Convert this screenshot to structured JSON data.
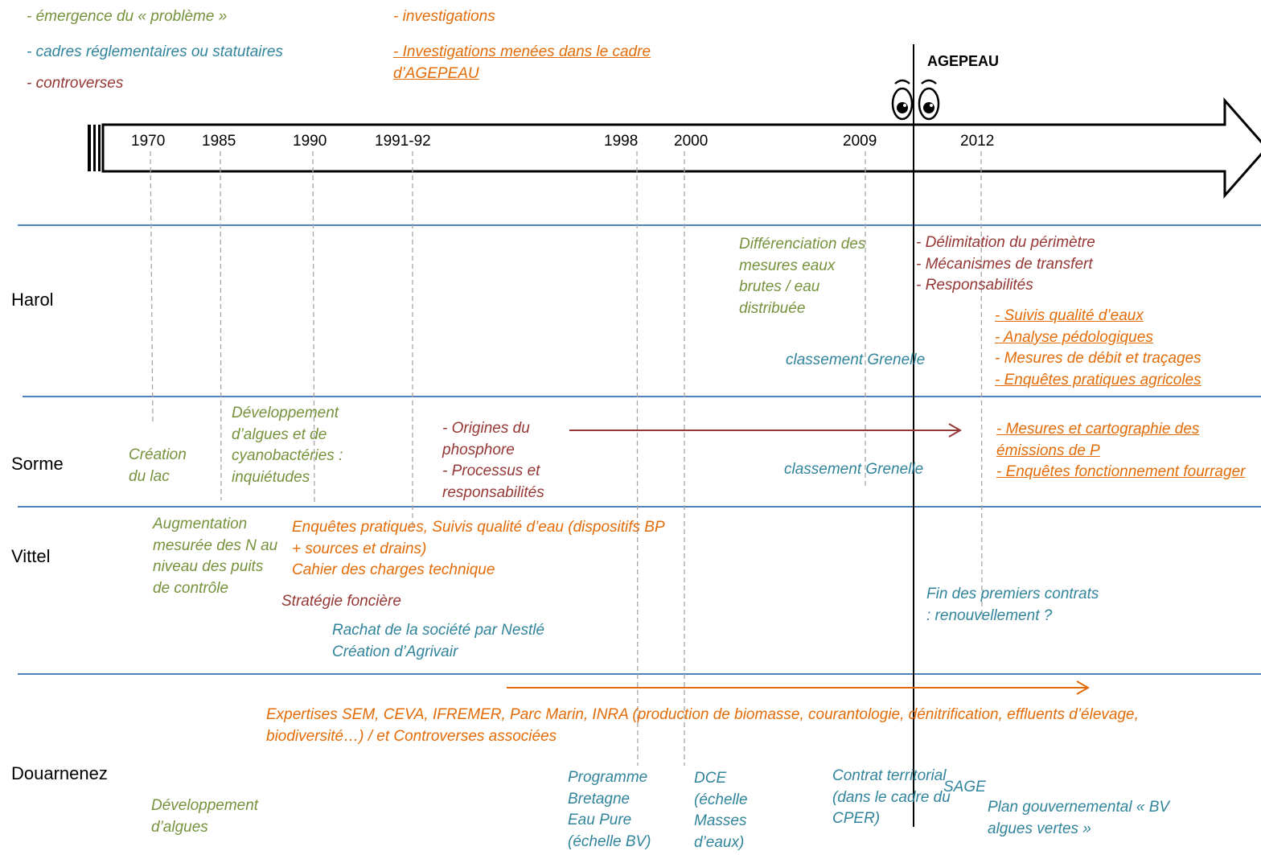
{
  "legend": {
    "emergence": "- émergence du « problème »",
    "cadres": "- cadres réglementaires ou statutaires",
    "controverses": "- controverses",
    "investigations": "- investigations",
    "investigations_agepeau": [
      "- Investigations menées dans le cadre",
      "d’AGEPEAU"
    ]
  },
  "timeline": {
    "agepeau_label": "AGEPEAU",
    "years": [
      "1970",
      "1985",
      "1990",
      "1991-92",
      "1998",
      "2000",
      "2009",
      "2012"
    ]
  },
  "sites": [
    "Harol",
    "Sorme",
    "Vittel",
    "Douarnenez"
  ],
  "harol": {
    "differenciation": [
      "Différenciation des",
      "mesures eaux",
      "brutes / eau",
      "distribuée"
    ],
    "controverses": [
      "- Délimitation du périmètre",
      "- Mécanismes de transfert",
      "- Responsabilités"
    ],
    "investigations": [
      "- Suivis qualité d’eaux",
      "- Analyse pédologiques",
      "- Mesures de débit et traçages",
      "- Enquêtes pratiques agricoles"
    ],
    "classement": "classement Grenelle"
  },
  "sorme": {
    "creation": [
      "Création",
      "du lac"
    ],
    "developpement": [
      "Développement",
      "d’algues et de",
      "cyanobactéries :",
      "inquiétudes"
    ],
    "origines": [
      "- Origines du",
      "phosphore",
      "- Processus et",
      "responsabilités"
    ],
    "classement": "classement Grenelle",
    "investigations": [
      "- Mesures et cartographie des",
      "émissions de P",
      "- Enquêtes fonctionnement fourrager"
    ]
  },
  "vittel": {
    "augmentation": [
      "Augmentation",
      "mesurée des N au",
      "niveau des puits",
      "de contrôle"
    ],
    "enquetes": [
      "Enquêtes pratiques, Suivis qualité d’eau (dispositifs BP",
      "+ sources et drains)",
      "Cahier des charges technique"
    ],
    "strategie": "Stratégie foncière",
    "rachat": [
      "Rachat de la société par Nestlé",
      "Création d’Agrivair"
    ],
    "fin_contrats": [
      "Fin des premiers contrats",
      ": renouvellement ?"
    ]
  },
  "douarnenez": {
    "expertises": [
      "Expertises SEM, CEVA, IFREMER, Parc Marin, INRA (production de biomasse, courantologie, dénitrification, effluents d’élevage,",
      "biodiversité…) / et Controverses associées"
    ],
    "programme": [
      "Programme",
      "Bretagne",
      "Eau Pure",
      "(échelle BV)"
    ],
    "dce": [
      "DCE",
      "(échelle",
      "Masses",
      "d’eaux)"
    ],
    "contrat": [
      "Contrat territorial",
      "(dans le cadre du",
      "CPER)"
    ],
    "sage": "SAGE",
    "developpement": [
      "Développement",
      "d’algues"
    ],
    "plan": [
      "Plan gouvernemental « BV",
      "algues vertes »"
    ]
  },
  "colors": {
    "emergence": "#76923c",
    "cadres": "#31849b",
    "controverses": "#953735",
    "investigations": "#e36c09",
    "separator": "#4f81bd"
  }
}
